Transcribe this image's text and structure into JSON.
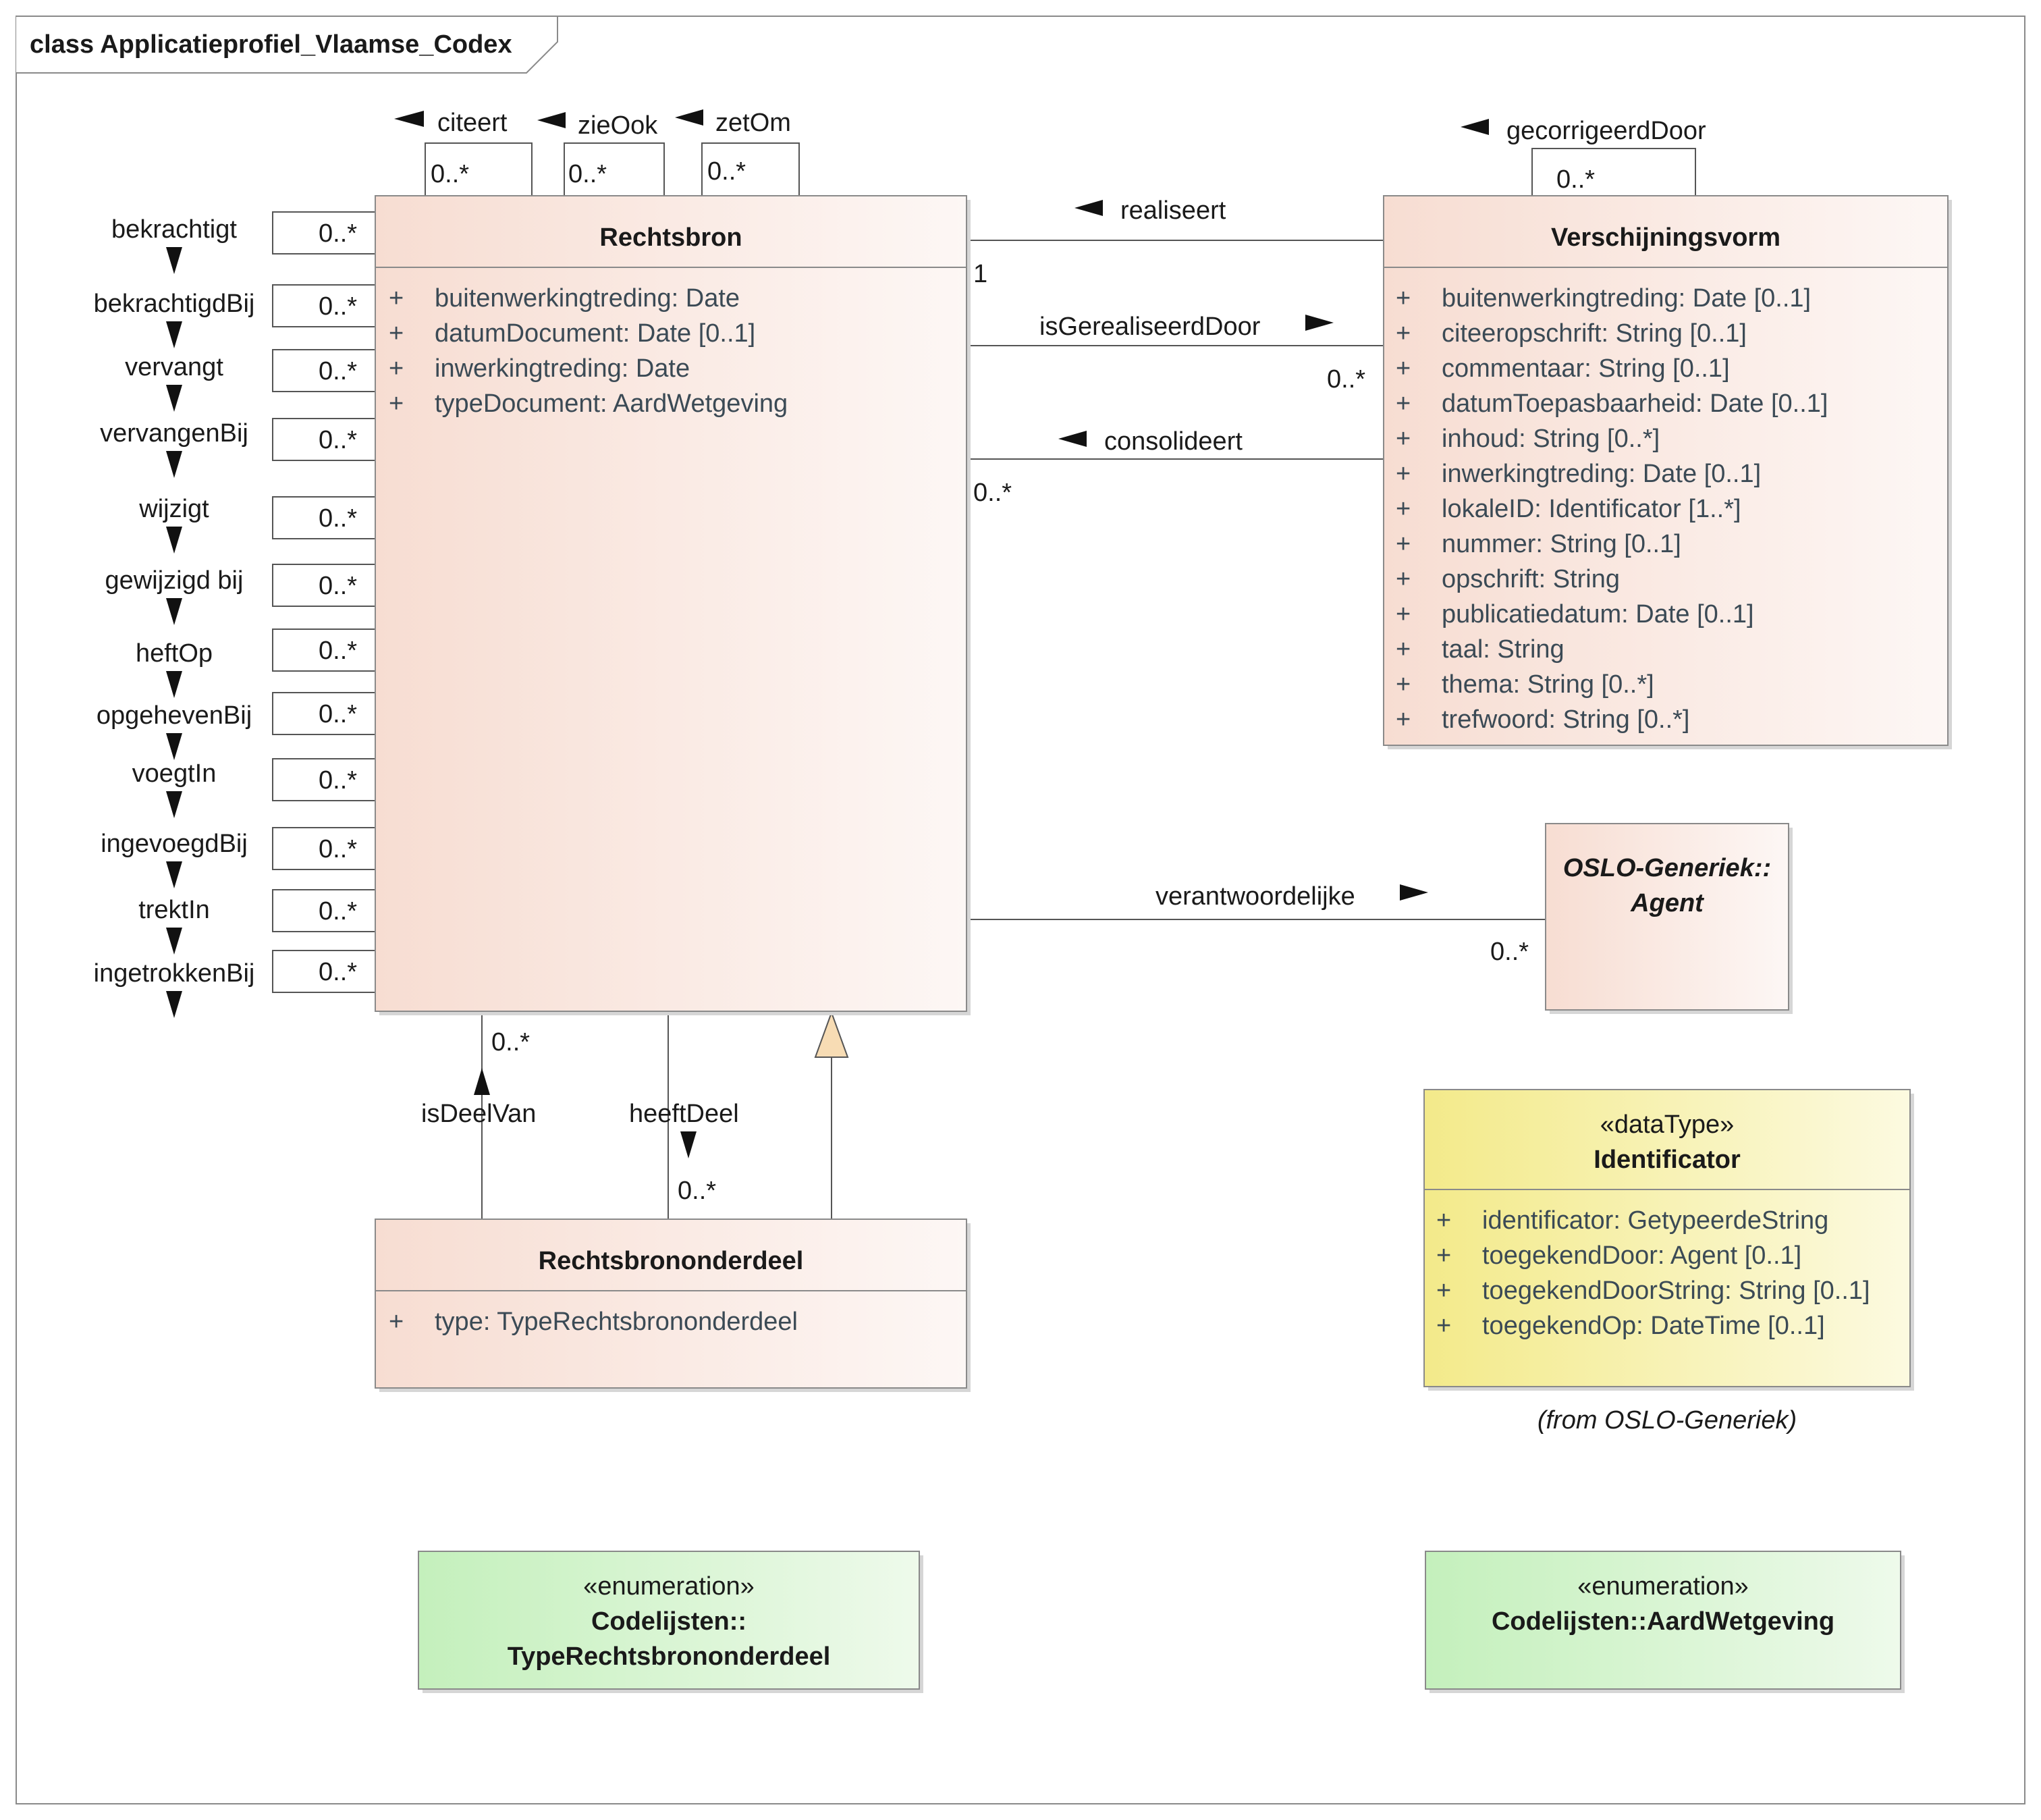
{
  "frame": {
    "title": "class Applicatieprofiel_Vlaamse_Codex"
  },
  "classes": {
    "rechtsbron": {
      "name": "Rechtsbron",
      "attributes": [
        "buitenwerkingtreding: Date",
        "datumDocument: Date [0..1]",
        "inwerkingtreding: Date",
        "typeDocument: AardWetgeving"
      ]
    },
    "verschijningsvorm": {
      "name": "Verschijningsvorm",
      "attributes": [
        "buitenwerkingtreding: Date [0..1]",
        "citeeropschrift: String [0..1]",
        "commentaar: String [0..1]",
        "datumToepasbaarheid: Date [0..1]",
        "inhoud: String [0..*]",
        "inwerkingtreding: Date [0..1]",
        "lokaleID: Identificator [1..*]",
        "nummer: String [0..1]",
        "opschrift: String",
        "publicatiedatum: Date [0..1]",
        "taal: String",
        "thema: String [0..*]",
        "trefwoord: String [0..*]"
      ]
    },
    "agent": {
      "name_line1": "OSLO-Generiek::",
      "name_line2": "Agent"
    },
    "rechtsbrononderdeel": {
      "name": "Rechtsbrononderdeel",
      "attributes": [
        "type: TypeRechtsbrononderdeel"
      ]
    },
    "identificator": {
      "stereotype": "«dataType»",
      "name": "Identificator",
      "attributes": [
        "identificator: GetypeerdeString",
        "toegekendDoor: Agent [0..1]",
        "toegekendDoorString: String [0..1]",
        "toegekendOp: DateTime [0..1]"
      ],
      "from": "(from OSLO-Generiek)"
    },
    "enum_type": {
      "stereotype": "«enumeration»",
      "name_line1": "Codelijsten::",
      "name_line2": "TypeRechtsbrononderdeel"
    },
    "enum_aard": {
      "stereotype": "«enumeration»",
      "name": "Codelijsten::AardWetgeving"
    }
  },
  "attr_visibility": "+",
  "self_assoc_top": [
    {
      "label": "citeert",
      "mult": "0..*"
    },
    {
      "label": "zieOok",
      "mult": "0..*"
    },
    {
      "label": "zetOm",
      "mult": "0..*"
    }
  ],
  "self_assoc_left": [
    {
      "label": "bekrachtigt",
      "mult": "0..*"
    },
    {
      "label": "bekrachtigdBij",
      "mult": "0..*"
    },
    {
      "label": "vervangt",
      "mult": "0..*"
    },
    {
      "label": "vervangenBij",
      "mult": "0..*"
    },
    {
      "label": "wijzigt",
      "mult": "0..*"
    },
    {
      "label": "gewijzigd bij",
      "mult": "0..*"
    },
    {
      "label": "heftOp",
      "mult": "0..*"
    },
    {
      "label": "opgehevenBij",
      "mult": "0..*"
    },
    {
      "label": "voegtIn",
      "mult": "0..*"
    },
    {
      "label": "ingevoegdBij",
      "mult": "0..*"
    },
    {
      "label": "trektIn",
      "mult": "0..*"
    },
    {
      "label": "ingetrokkenBij",
      "mult": "0..*"
    }
  ],
  "assoc": {
    "gecorrigeerdDoor": {
      "label": "gecorrigeerdDoor",
      "mult": "0..*"
    },
    "realiseert": {
      "label": "realiseert",
      "mult_left": "1"
    },
    "isGerealiseerdDoor": {
      "label": "isGerealiseerdDoor",
      "mult_right": "0..*"
    },
    "consolideert": {
      "label": "consolideert",
      "mult_left": "0..*"
    },
    "verantwoordelijke": {
      "label": "verantwoordelijke",
      "mult_right": "0..*"
    },
    "isDeelVan": {
      "label": "isDeelVan",
      "mult": "0..*"
    },
    "heeftDeel": {
      "label": "heeftDeel",
      "mult": "0..*"
    }
  },
  "colors": {
    "class_fill_start": "#f7ddd2",
    "class_fill_end": "#fdf7f5",
    "datatype_fill_start": "#f3ea8a",
    "datatype_fill_end": "#fcfae0",
    "enum_fill_start": "#c4f0bc",
    "enum_fill_end": "#eefaeb",
    "generalization_fill": "#f7dcb4"
  }
}
